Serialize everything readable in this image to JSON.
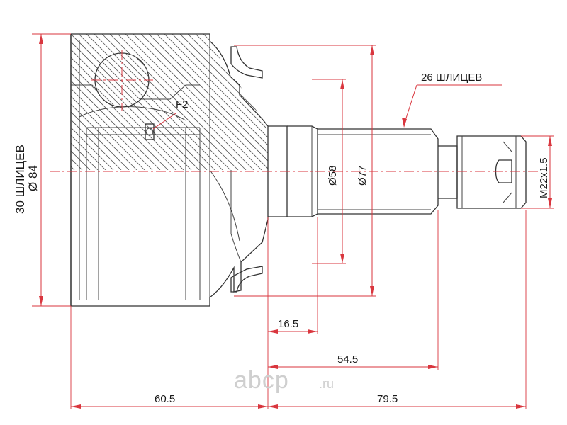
{
  "labels": {
    "outer_splines": "30 ШЛИЦЕВ",
    "outer_diameter": "Ø 84",
    "inner_splines": "26 ШЛИЦЕВ",
    "f2": "F2",
    "d58": "Ø58",
    "d77": "Ø77",
    "thread": "M22x1.5",
    "dim_16_5": "16.5",
    "dim_54_5": "54.5",
    "dim_60_5": "60.5",
    "dim_79_5": "79.5"
  },
  "watermark": {
    "brand": "abcp",
    "domain": ".ru"
  },
  "colors": {
    "dimension": "#d9363e",
    "outline": "#333333",
    "watermark": "#cfcfcf"
  }
}
